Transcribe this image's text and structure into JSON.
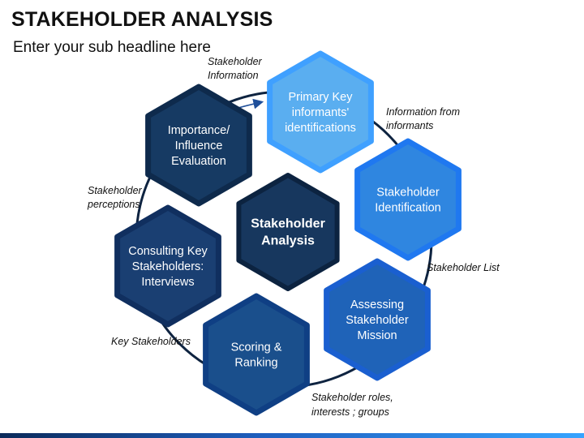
{
  "title": "STAKEHOLDER ANALYSIS",
  "subtitle": "Enter your sub headline here",
  "center": {
    "lines": [
      "Stakeholder",
      "Analysis"
    ]
  },
  "nodes": [
    {
      "id": "primary-key",
      "lines": [
        "Primary Key",
        "informants'",
        "identifications"
      ]
    },
    {
      "id": "stakeholder-identification",
      "lines": [
        "Stakeholder",
        "Identification"
      ]
    },
    {
      "id": "assessing-mission",
      "lines": [
        "Assessing",
        "Stakeholder",
        "Mission"
      ]
    },
    {
      "id": "scoring-ranking",
      "lines": [
        "Scoring &",
        "Ranking"
      ]
    },
    {
      "id": "consulting",
      "lines": [
        "Consulting Key",
        "Stakeholders:",
        "Interviews"
      ]
    },
    {
      "id": "importance",
      "lines": [
        "Importance/",
        "Influence",
        "Evaluation"
      ]
    }
  ],
  "notes": [
    {
      "id": "stakeholder-information",
      "lines": [
        "Stakeholder",
        "Information"
      ]
    },
    {
      "id": "information-from-informants",
      "lines": [
        "Information from",
        "informants"
      ]
    },
    {
      "id": "stakeholder-list",
      "lines": [
        "Stakeholder List"
      ]
    },
    {
      "id": "stakeholder-roles",
      "lines": [
        "Stakeholder roles,",
        "interests ; groups"
      ]
    },
    {
      "id": "key-stakeholders",
      "lines": [
        "Key Stakeholders"
      ]
    },
    {
      "id": "stakeholder-perceptions",
      "lines": [
        "Stakeholder",
        "perceptions"
      ]
    }
  ],
  "colors": {
    "center_fill": "#17375e",
    "center_border": "#0c2340",
    "primary_fill": "#5aaef0",
    "primary_border": "#3fa0ff",
    "identification_fill": "#2f86e0",
    "identification_border": "#1f78f0",
    "assessing_fill": "#1f63b8",
    "assessing_border": "#1a5fd0",
    "scoring_fill": "#1a4f8c",
    "scoring_border": "#0f3f84",
    "consulting_fill": "#1a3f72",
    "consulting_border": "#102f5f",
    "importance_fill": "#163a63",
    "importance_border": "#0e2a4c",
    "connector": "#0e2340",
    "arrow": "#1f4f9a"
  }
}
